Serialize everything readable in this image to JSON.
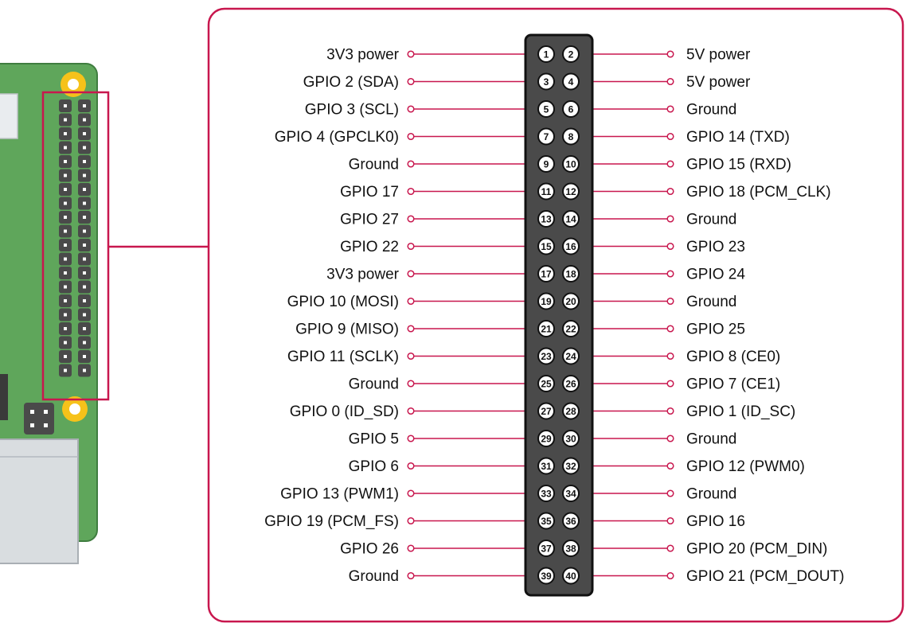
{
  "colors": {
    "accent": "#c8174e",
    "board": "#5fa65b",
    "board_dark": "#3f7d3f",
    "gold": "#f6c21a",
    "header": "#4a4a4a",
    "pin": "#ffffff"
  },
  "pins": [
    {
      "num": "1",
      "label": "3V3 power"
    },
    {
      "num": "2",
      "label": "5V power"
    },
    {
      "num": "3",
      "label": "GPIO 2 (SDA)"
    },
    {
      "num": "4",
      "label": "5V power"
    },
    {
      "num": "5",
      "label": "GPIO 3 (SCL)"
    },
    {
      "num": "6",
      "label": "Ground"
    },
    {
      "num": "7",
      "label": "GPIO 4 (GPCLK0)"
    },
    {
      "num": "8",
      "label": "GPIO 14 (TXD)"
    },
    {
      "num": "9",
      "label": "Ground"
    },
    {
      "num": "10",
      "label": "GPIO 15 (RXD)"
    },
    {
      "num": "11",
      "label": "GPIO 17"
    },
    {
      "num": "12",
      "label": "GPIO 18 (PCM_CLK)"
    },
    {
      "num": "13",
      "label": "GPIO 27"
    },
    {
      "num": "14",
      "label": "Ground"
    },
    {
      "num": "15",
      "label": "GPIO 22"
    },
    {
      "num": "16",
      "label": "GPIO 23"
    },
    {
      "num": "17",
      "label": "3V3 power"
    },
    {
      "num": "18",
      "label": "GPIO 24"
    },
    {
      "num": "19",
      "label": "GPIO 10 (MOSI)"
    },
    {
      "num": "20",
      "label": "Ground"
    },
    {
      "num": "21",
      "label": "GPIO 9 (MISO)"
    },
    {
      "num": "22",
      "label": "GPIO 25"
    },
    {
      "num": "23",
      "label": "GPIO 11 (SCLK)"
    },
    {
      "num": "24",
      "label": "GPIO 8 (CE0)"
    },
    {
      "num": "25",
      "label": "Ground"
    },
    {
      "num": "26",
      "label": "GPIO 7 (CE1)"
    },
    {
      "num": "27",
      "label": "GPIO 0 (ID_SD)"
    },
    {
      "num": "28",
      "label": "GPIO 1 (ID_SC)"
    },
    {
      "num": "29",
      "label": "GPIO 5"
    },
    {
      "num": "30",
      "label": "Ground"
    },
    {
      "num": "31",
      "label": "GPIO 6"
    },
    {
      "num": "32",
      "label": "GPIO 12 (PWM0)"
    },
    {
      "num": "33",
      "label": "GPIO 13 (PWM1)"
    },
    {
      "num": "34",
      "label": "Ground"
    },
    {
      "num": "35",
      "label": "GPIO 19 (PCM_FS)"
    },
    {
      "num": "36",
      "label": "GPIO 16"
    },
    {
      "num": "37",
      "label": "GPIO 26"
    },
    {
      "num": "38",
      "label": "GPIO 20 (PCM_DIN)"
    },
    {
      "num": "39",
      "label": "Ground"
    },
    {
      "num": "40",
      "label": "GPIO 21 (PCM_DOUT)"
    }
  ]
}
